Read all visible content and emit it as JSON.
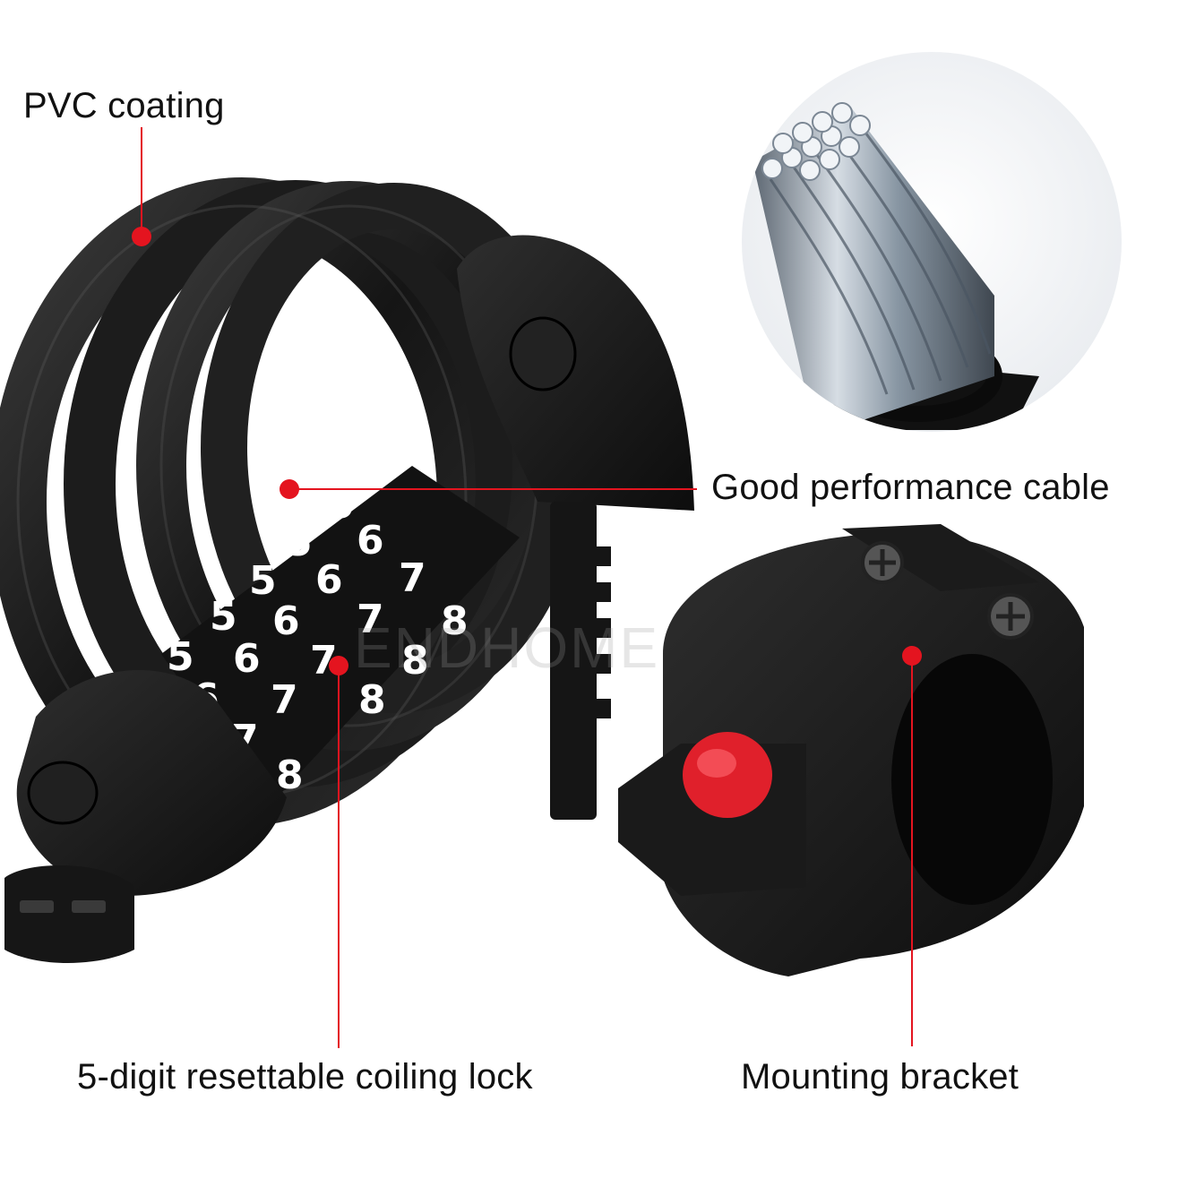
{
  "callouts": {
    "pvc_coating": "PVC coating",
    "cable": "Good performance cable",
    "coiling_lock": "5-digit resettable coiling lock",
    "mounting_bracket": "Mounting bracket"
  },
  "dials": {
    "row1": [
      "5",
      "6",
      "7"
    ],
    "row2": [
      "5",
      "6",
      "7",
      "8"
    ],
    "row3": [
      "5",
      "6",
      "7",
      "8"
    ],
    "row4": [
      "5",
      "6",
      "7",
      "8"
    ],
    "row5": [
      "5",
      "6",
      "7",
      "8"
    ]
  },
  "watermark": "ENDHOME",
  "colors": {
    "accent": "#e4141f",
    "cable_black": "#161616",
    "button_red": "#e0202b",
    "steel": "#9aa7b4",
    "background": "#ffffff"
  }
}
